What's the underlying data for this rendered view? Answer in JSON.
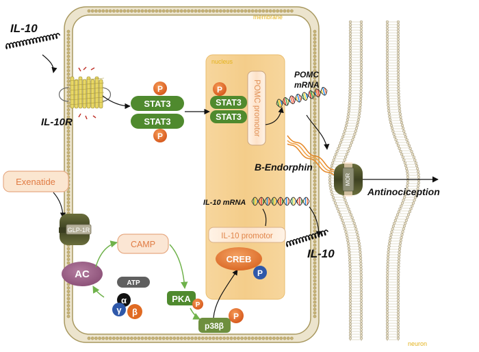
{
  "labels": {
    "il10_top": "IL-10",
    "il10r": "IL-10R",
    "membrane": "membrane",
    "nucleus": "nucleus",
    "neuron": "neuron",
    "stat3_a": "STAT3",
    "stat3_b": "STAT3",
    "stat3_c": "STAT3",
    "stat3_d": "STAT3",
    "p": "P",
    "pomc_promotor": "POMC promotor",
    "pomc_mrna_1": "POMC",
    "pomc_mrna_2": "mRNA",
    "b_endorphin": "B-Endorphin",
    "mor": "MOR",
    "antinociception": "Antinociception",
    "exenatide": "Exenatide",
    "glp1r": "GLP-1R",
    "camp": "CAMP",
    "ac": "AC",
    "atp": "ATP",
    "alpha": "α",
    "gamma": "γ",
    "beta": "β",
    "pka": "PKA",
    "p38b": "p38β",
    "creb": "CREB",
    "il10_promotor": "IL-10 promotor",
    "il10_mrna": "IL-10 mRNA",
    "il10_out": "IL-10"
  },
  "colors": {
    "membrane_fill": "#eae2cc",
    "membrane_stroke": "#9a8a55",
    "cytoplasm": "#ffffff",
    "nucleus": "#f5d49a",
    "green_protein": "#4f8a2e",
    "phospho": "#e36a1e",
    "receptor": "#4b4f2c",
    "camp_fill": "#fbe8d6",
    "camp_stroke": "#e2a982",
    "ac": "#9c5c85",
    "atp": "#5f5f5f",
    "gamma": "#2f58a9",
    "beta": "#e06a22",
    "alpha": "#111111",
    "creb": "#e07525",
    "region_label": "#e3b21b",
    "arrow_green": "#6fb24b",
    "arrow_black": "#111111"
  }
}
